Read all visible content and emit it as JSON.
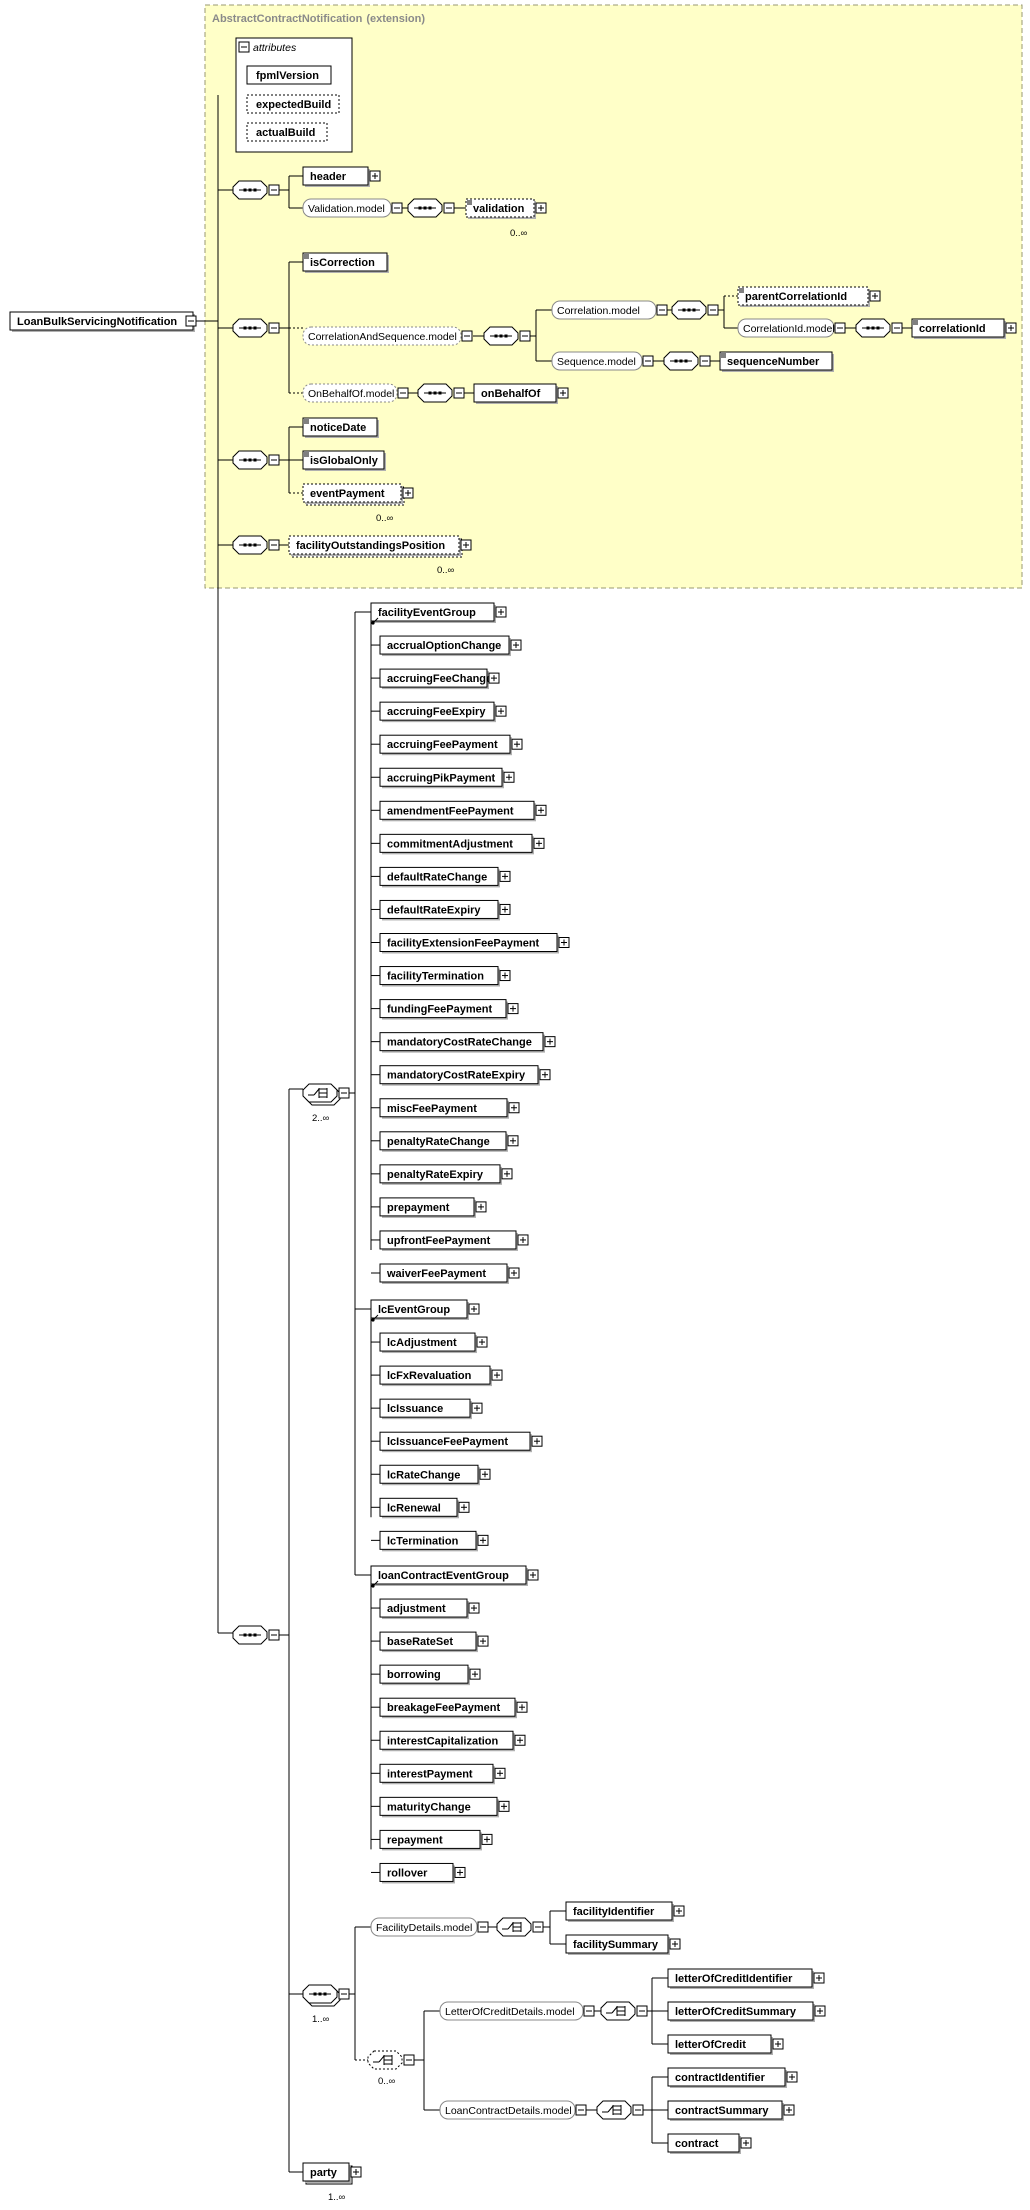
{
  "extension": {
    "name": "AbstractContractNotification",
    "suffix": "(extension)"
  },
  "root": "LoanBulkServicingNotification",
  "attributes": {
    "title": "attributes",
    "items": [
      "fpmlVersion",
      "expectedBuild",
      "actualBuild"
    ]
  },
  "elements": {
    "header": "header",
    "validation": "validation",
    "isCorrection": "isCorrection",
    "parentCorrelationId": "parentCorrelationId",
    "correlationId": "correlationId",
    "sequenceNumber": "sequenceNumber",
    "onBehalfOf": "onBehalfOf",
    "noticeDate": "noticeDate",
    "isGlobalOnly": "isGlobalOnly",
    "eventPayment": "eventPayment",
    "facilityOutstandingsPosition": "facilityOutstandingsPosition",
    "facilityIdentifier": "facilityIdentifier",
    "facilitySummary": "facilitySummary",
    "letterOfCreditIdentifier": "letterOfCreditIdentifier",
    "letterOfCreditSummary": "letterOfCreditSummary",
    "letterOfCredit": "letterOfCredit",
    "contractIdentifier": "contractIdentifier",
    "contractSummary": "contractSummary",
    "contract": "contract",
    "party": "party"
  },
  "models": {
    "validation": "Validation.model",
    "correlationAndSequence": "CorrelationAndSequence.model",
    "correlation": "Correlation.model",
    "correlationId": "CorrelationId.model",
    "sequence": "Sequence.model",
    "onBehalfOf": "OnBehalfOf.model",
    "facilityDetails": "FacilityDetails.model",
    "letterOfCreditDetails": "LetterOfCreditDetails.model",
    "loanContractDetails": "LoanContractDetails.model"
  },
  "groups": {
    "facility": {
      "name": "facilityEventGroup",
      "items": [
        "accrualOptionChange",
        "accruingFeeChange",
        "accruingFeeExpiry",
        "accruingFeePayment",
        "accruingPikPayment",
        "amendmentFeePayment",
        "commitmentAdjustment",
        "defaultRateChange",
        "defaultRateExpiry",
        "facilityExtensionFeePayment",
        "facilityTermination",
        "fundingFeePayment",
        "mandatoryCostRateChange",
        "mandatoryCostRateExpiry",
        "miscFeePayment",
        "penaltyRateChange",
        "penaltyRateExpiry",
        "prepayment",
        "upfrontFeePayment",
        "waiverFeePayment"
      ]
    },
    "lc": {
      "name": "lcEventGroup",
      "items": [
        "lcAdjustment",
        "lcFxRevaluation",
        "lcIssuance",
        "lcIssuanceFeePayment",
        "lcRateChange",
        "lcRenewal",
        "lcTermination"
      ]
    },
    "loan": {
      "name": "loanContractEventGroup",
      "items": [
        "adjustment",
        "baseRateSet",
        "borrowing",
        "breakageFeePayment",
        "interestCapitalization",
        "interestPayment",
        "maturityChange",
        "repayment",
        "rollover"
      ]
    }
  },
  "cardinality": {
    "validation": "0..∞",
    "eventPayment": "0..∞",
    "facilityOutstandingsPosition": "0..∞",
    "eventChoice": "2..∞",
    "detailsSequence": "1..∞",
    "detailsChoice": "0..∞",
    "party": "1..∞"
  }
}
